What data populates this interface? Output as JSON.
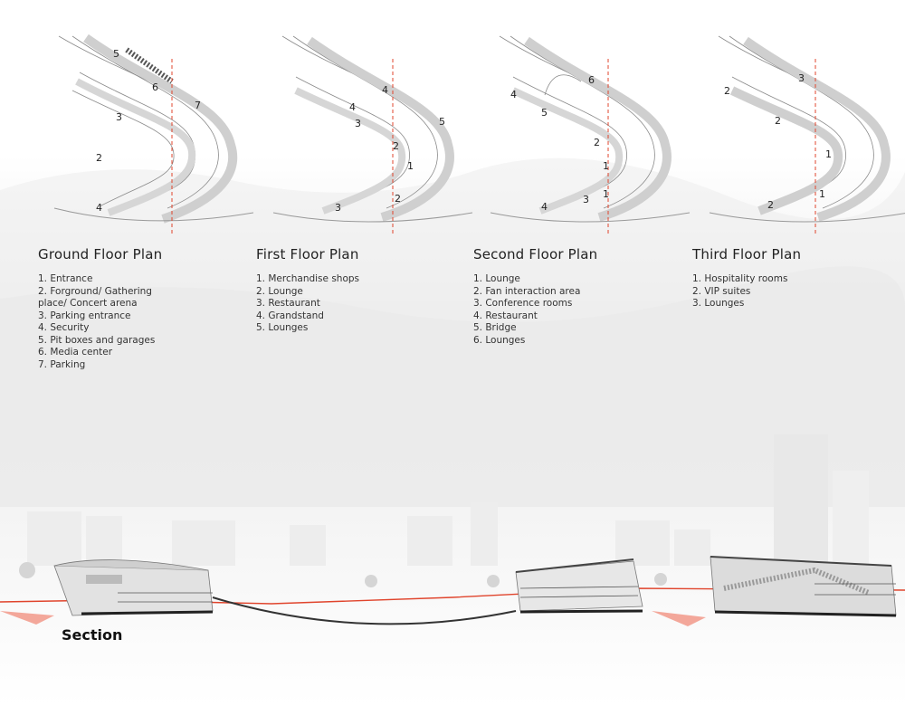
{
  "plans": [
    {
      "title": "Ground Floor Plan",
      "items": [
        "1. Entrance",
        "2. Forground/ Gathering\nplace/ Concert arena",
        "3. Parking entrance",
        "4. Security",
        "5. Pit boxes and garages",
        "6. Media center",
        "7. Parking"
      ],
      "labels": [
        "5",
        "6",
        "7",
        "3",
        "2",
        "4"
      ]
    },
    {
      "title": "First Floor Plan",
      "items": [
        "1. Merchandise shops",
        "2. Lounge",
        "3. Restaurant",
        "4. Grandstand",
        "5. Lounges"
      ],
      "labels": [
        "4",
        "4",
        "3",
        "5",
        "2",
        "1",
        "2",
        "3"
      ]
    },
    {
      "title": "Second Floor Plan",
      "items": [
        "1. Lounge",
        "2. Fan interaction area",
        "3. Conference rooms",
        "4. Restaurant",
        "5. Bridge",
        "6. Lounges"
      ],
      "labels": [
        "6",
        "4",
        "5",
        "2",
        "1",
        "1",
        "4",
        "3"
      ]
    },
    {
      "title": "Third Floor Plan",
      "items": [
        "1. Hospitality rooms",
        "2. VIP suites",
        "3. Lounges"
      ],
      "labels": [
        "3",
        "2",
        "2",
        "1",
        "1",
        "2"
      ]
    }
  ],
  "section": {
    "title": "Section"
  },
  "colors": {
    "axis": "#e0442c",
    "track": "#d9d9d9",
    "line": "#7a7a7a",
    "haze": "#eeeeee"
  }
}
